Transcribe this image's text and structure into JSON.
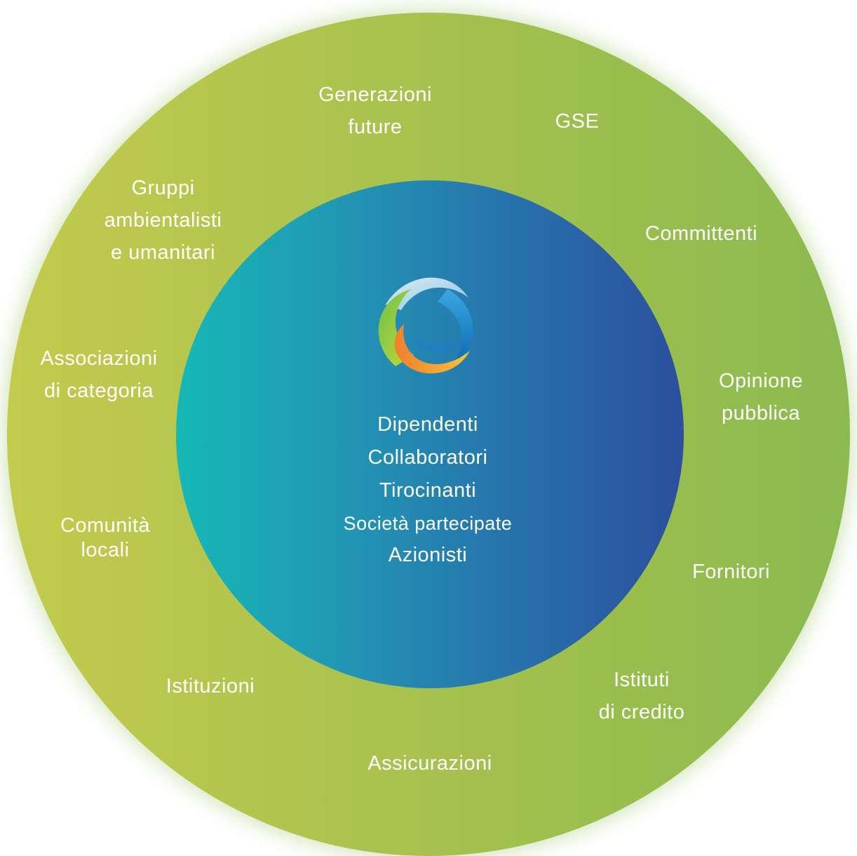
{
  "outer_stakeholders": {
    "generazioni_future": "Generazioni\nfuture",
    "gse": "GSE",
    "committenti": "Committenti",
    "opinione_pubblica": "Opinione\npubblica",
    "fornitori": "Fornitori",
    "istituti_di_credito": "Istituti\ndi credito",
    "assicurazioni": "Assicurazioni",
    "istituzioni": "Istituzioni",
    "comunita_locali": "Comunità\nlocali",
    "associazioni_di_categoria": "Associazioni\ndi categoria",
    "gruppi_ambientalisti": "Gruppi\nambientalisti\ne umanitari"
  },
  "inner_stakeholders": [
    "Dipendenti",
    "Collaboratori",
    "Tirocinanti",
    "Società partecipate",
    "Azionisti"
  ],
  "colors": {
    "outer_ring_left": "#c3cb4d",
    "outer_ring_right": "#8bba4f",
    "inner_circle_left": "#16b8b6",
    "inner_circle_right": "#2c4f9d",
    "text": "#ffffff"
  },
  "icons": [
    "logo-swirl-icon"
  ]
}
